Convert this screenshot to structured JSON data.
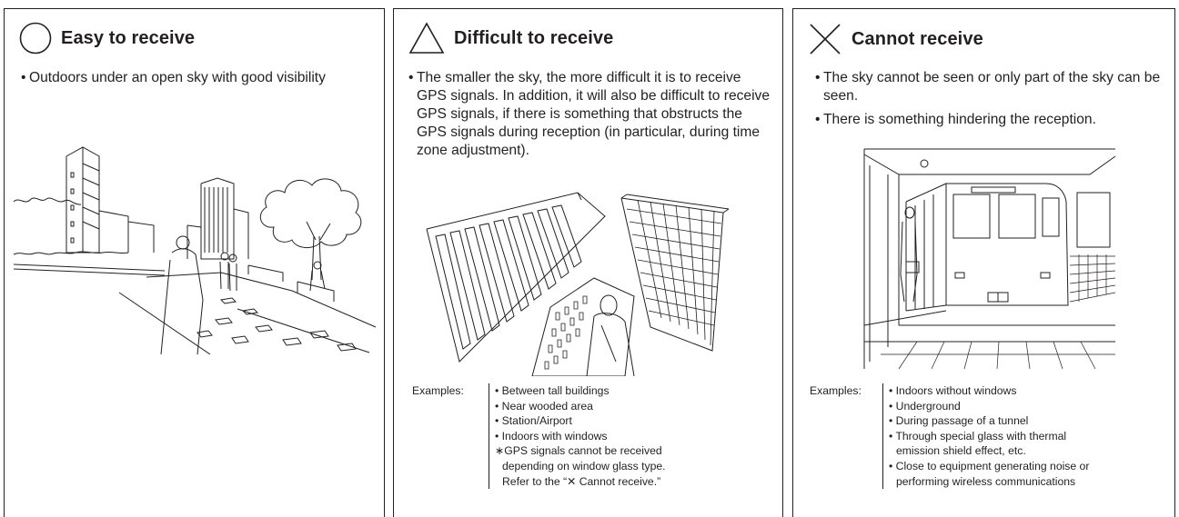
{
  "panels": [
    {
      "title": "Easy to receive",
      "icon": "circle-icon",
      "bullets": [
        "Outdoors under an open sky with good visibility"
      ]
    },
    {
      "title": "Difficult to receive",
      "icon": "triangle-icon",
      "bullets": [
        "The smaller the sky, the more difficult it is to receive GPS signals.  In addition, it will also be difficult to receive GPS signals, if there is something that obstructs the GPS signals during reception (in particular, during time zone adjustment)."
      ],
      "examples_label": "Examples:",
      "examples": [
        "Between tall buildings",
        "Near wooded area",
        "Station/Airport",
        "Indoors with windows"
      ],
      "note_lines": [
        "GPS signals cannot be received",
        "depending on window glass type.",
        "Refer to the “✕ Cannot receive.”"
      ]
    },
    {
      "title": "Cannot receive",
      "icon": "cross-icon",
      "bullets": [
        "The sky cannot be seen or only part of the sky can be seen.",
        "There is something hindering the reception."
      ],
      "examples_label": "Examples:",
      "examples": [
        "Indoors without windows",
        "Underground",
        "During passage of a tunnel",
        "Through special glass with thermal emission shield effect, etc.",
        "Close to equipment generating noise or performing wireless communications"
      ]
    }
  ]
}
